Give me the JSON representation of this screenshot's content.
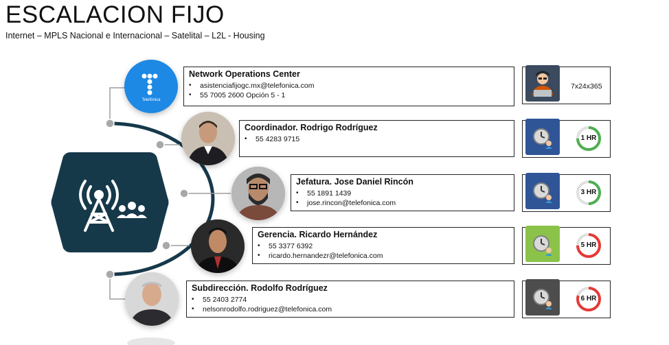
{
  "header": {
    "title": "ESCALACION FIJO",
    "subtitle": "Internet – MPLS Nacional e Internacional – Satelital – L2L - Housing"
  },
  "logo": {
    "text": "Telefónica"
  },
  "levels": [
    {
      "title": "Network Operations Center",
      "lines": [
        "asistenciafijogc.mx@telefonica.com",
        "55 7005 2600 Opción 5 - 1"
      ],
      "sla": "7x24x365",
      "icon": "support-agent-icon"
    },
    {
      "title": "Coordinador. Rodrigo Rodríguez",
      "lines": [
        "55 4283 9715"
      ],
      "sla": "1 HR",
      "sla_fraction": 0.75,
      "ring_color": "#4caf50",
      "badge_color": "#2f5597"
    },
    {
      "title": "Jefatura. Jose Daniel Rincón",
      "lines": [
        "55 1891 1439",
        "jose.rincon@telefonica.com"
      ],
      "sla": "3 HR",
      "sla_fraction": 0.5,
      "ring_color": "#4caf50",
      "badge_color": "#2f5597"
    },
    {
      "title": "Gerencia. Ricardo Hernández",
      "lines": [
        "55 3377 6392",
        "ricardo.hernandezr@telefonica.com"
      ],
      "sla": "5 HR",
      "sla_fraction": 0.75,
      "ring_color": "#e53935",
      "badge_color": "#8bc34a"
    },
    {
      "title": "Subdirección. Rodolfo Rodríguez",
      "lines": [
        "55  2403 2774",
        "nelsonrodolfo.rodriguez@telefonica.com"
      ],
      "sla": "6 HR",
      "sla_fraction": 0.8,
      "ring_color": "#e53935",
      "badge_color": "#4d4d4d"
    }
  ],
  "colors": {
    "hexagon": "#16394a",
    "arc": "#16394a",
    "connector": "#9e9e9e",
    "logo_blue": "#1e88e5",
    "noc_badge": "#3b4a5e"
  }
}
